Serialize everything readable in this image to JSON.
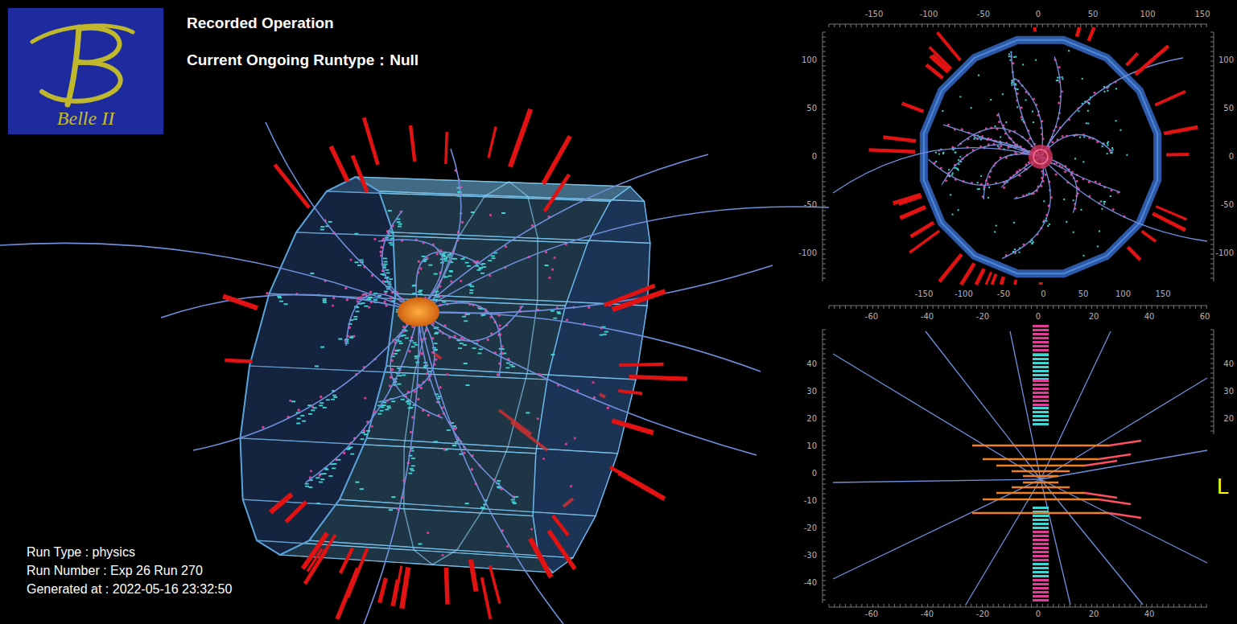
{
  "diagram": {
    "nodes": [
      {
        "text": [
          "Belle II"
        ]
      }
    ],
    "labels": [
      "Recorded Operation",
      "Current Ongoing Runtype：Null",
      "Run Type : physics",
      "Run Number : Exp 26 Run 270",
      "Generated at : 2022-05-16 23:32:50",
      "-150",
      "-100",
      "-50",
      "0",
      "50",
      "100",
      "150",
      "100",
      "50",
      "0",
      "-50",
      "-100",
      "100",
      "50",
      "0",
      "-50",
      "-100",
      "-150",
      "-100",
      "-50",
      "0",
      "50",
      "100",
      "150",
      "-60",
      "-40",
      "-20",
      "0",
      "20",
      "40",
      "60",
      "40",
      "30",
      "20",
      "10",
      "0",
      "-10",
      "-20",
      "-30",
      "-40",
      "40",
      "30",
      "20",
      "-60",
      "-40",
      "-20",
      "0",
      "20",
      "40",
      "L"
    ]
  }
}
